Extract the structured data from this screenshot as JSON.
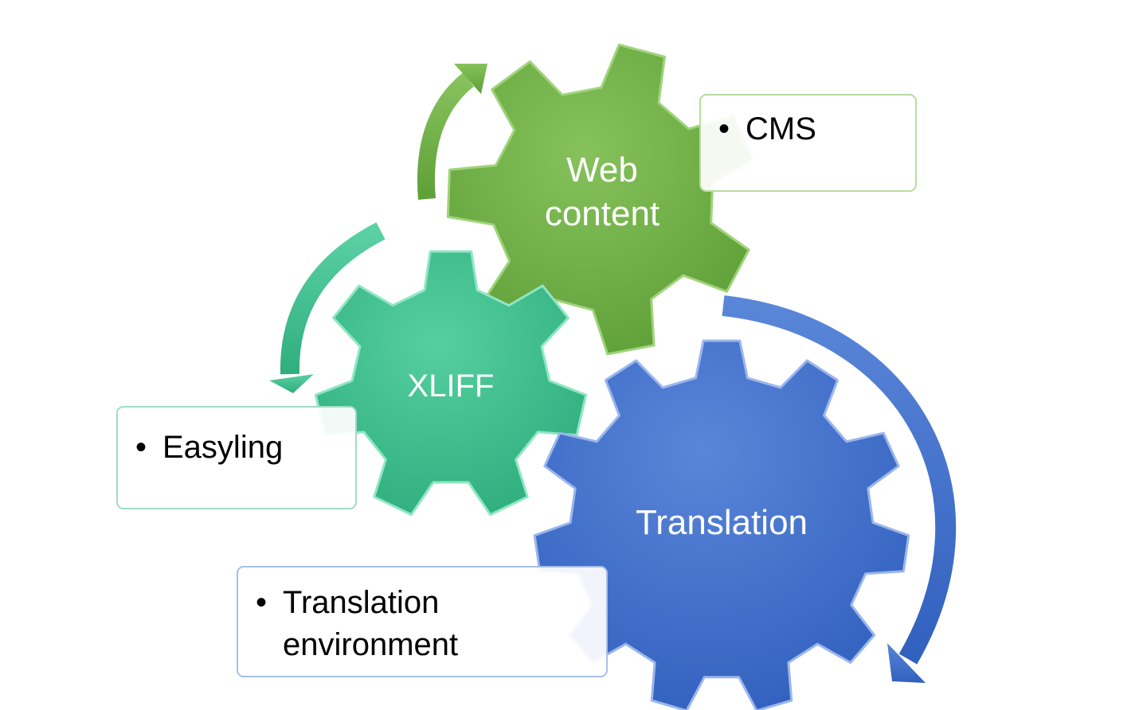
{
  "gears": {
    "web": {
      "label_line1": "Web",
      "label_line2": "content",
      "color": "#6fb044"
    },
    "xliff": {
      "label": "XLIFF",
      "color": "#3cbd8c"
    },
    "translation": {
      "label": "Translation",
      "color": "#3f6cc6"
    }
  },
  "notes": {
    "cms": {
      "items": [
        "CMS"
      ]
    },
    "easyling": {
      "items": [
        "Easyling"
      ]
    },
    "translation_env": {
      "items": [
        "Translation environment"
      ]
    }
  },
  "colors": {
    "green": "#6fb044",
    "teal": "#3cbd8c",
    "blue": "#3f6cc6"
  }
}
